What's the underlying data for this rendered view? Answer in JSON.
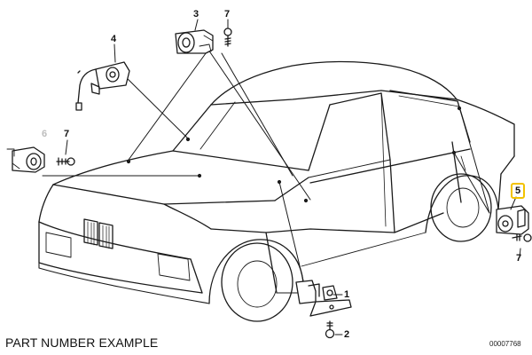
{
  "diagram": {
    "callouts": [
      {
        "id": "c1",
        "text": "1"
      },
      {
        "id": "c2",
        "text": "2"
      },
      {
        "id": "c3",
        "text": "3"
      },
      {
        "id": "c4",
        "text": "4"
      },
      {
        "id": "c5",
        "text": "5"
      },
      {
        "id": "c6",
        "text": "6"
      },
      {
        "id": "c7a",
        "text": "7"
      },
      {
        "id": "c7b",
        "text": "7"
      },
      {
        "id": "c7c",
        "text": "7"
      }
    ],
    "caption": "PART NUMBER EXAMPLE",
    "diagram_code": "00007768",
    "highlight_color": "#f2c200",
    "faded_color": "#bdbdbd"
  }
}
